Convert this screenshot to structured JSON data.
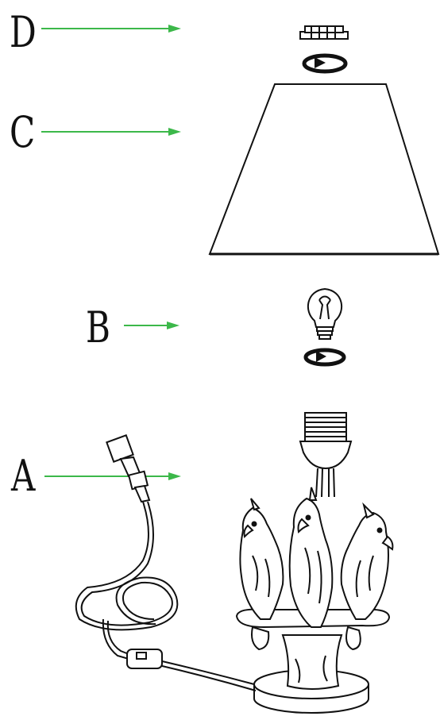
{
  "labels": {
    "a": "A",
    "b": "B",
    "c": "C",
    "d": "D"
  },
  "colors": {
    "arrow": "#3cb84a",
    "ink": "#111111",
    "background": "#ffffff"
  },
  "icons": {
    "finial": "finial-icon",
    "rotate": "rotate-arrow-icon",
    "shade": "lampshade-icon",
    "bulb": "light-bulb-icon",
    "socket": "lamp-socket-icon",
    "base": "parrot-lamp-base-icon",
    "cord": "power-cord-icon",
    "plug": "plug-icon",
    "switch": "inline-switch-icon"
  }
}
